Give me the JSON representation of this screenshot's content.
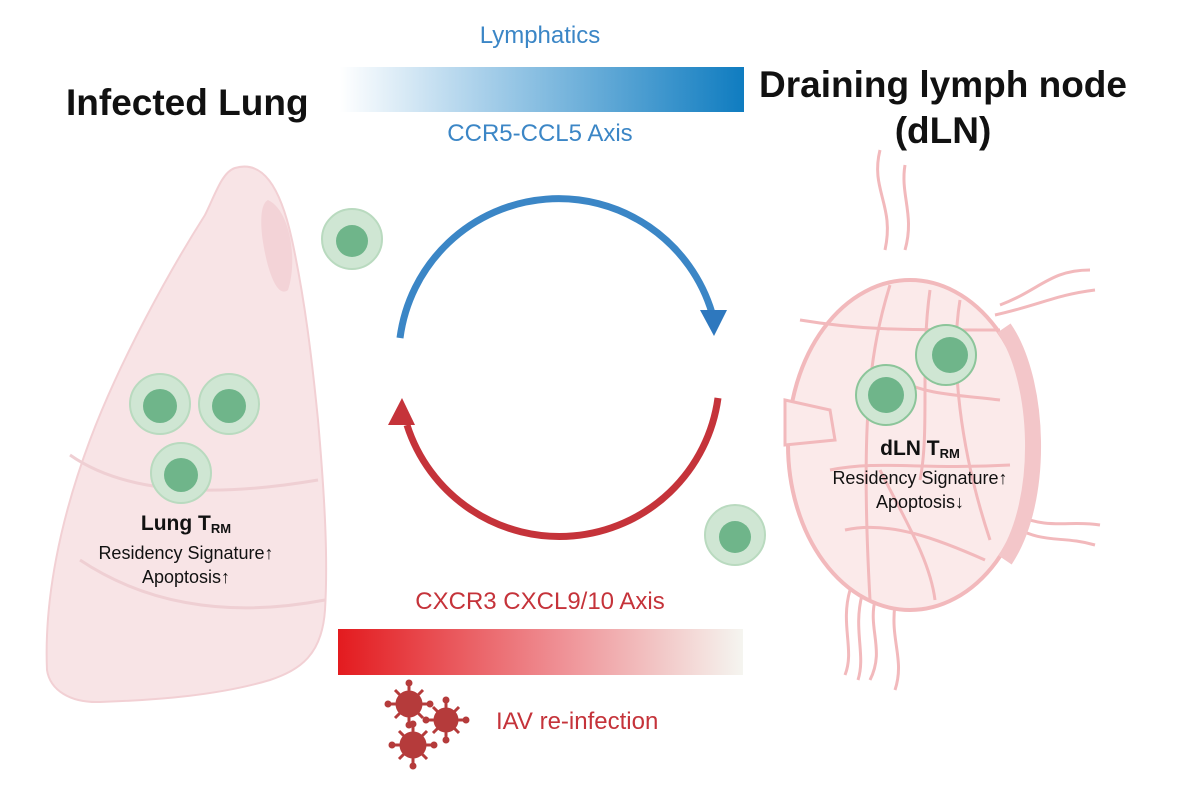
{
  "labels": {
    "lymphatics": "Lymphatics",
    "ccr5_axis": "CCR5-CCL5 Axis",
    "cxcr3_axis": "CXCR3 CXCL9/10 Axis",
    "iav_reinfection": "IAV re-infection",
    "infected_lung": "Infected Lung",
    "draining_lymph_node_line1": "Draining lymph node",
    "draining_lymph_node_line2": "(dLN)"
  },
  "lung_trm": {
    "title_main": "Lung T",
    "title_sub": "RM",
    "residency": "Residency Signature↑",
    "apoptosis": "Apoptosis↑"
  },
  "dln_trm": {
    "title_main": "dLN T",
    "title_sub": "RM",
    "residency": "Residency Signature↑",
    "apoptosis": "Apoptosis↓"
  },
  "colors": {
    "blue": "#3b86c6",
    "red": "#c5333a",
    "cell_outer": "#cfe6d3",
    "cell_inner": "#6fb58a",
    "lung_fill": "#f8e4e6",
    "node_fill": "#fbeaea",
    "node_stroke": "#f2b9bc"
  }
}
